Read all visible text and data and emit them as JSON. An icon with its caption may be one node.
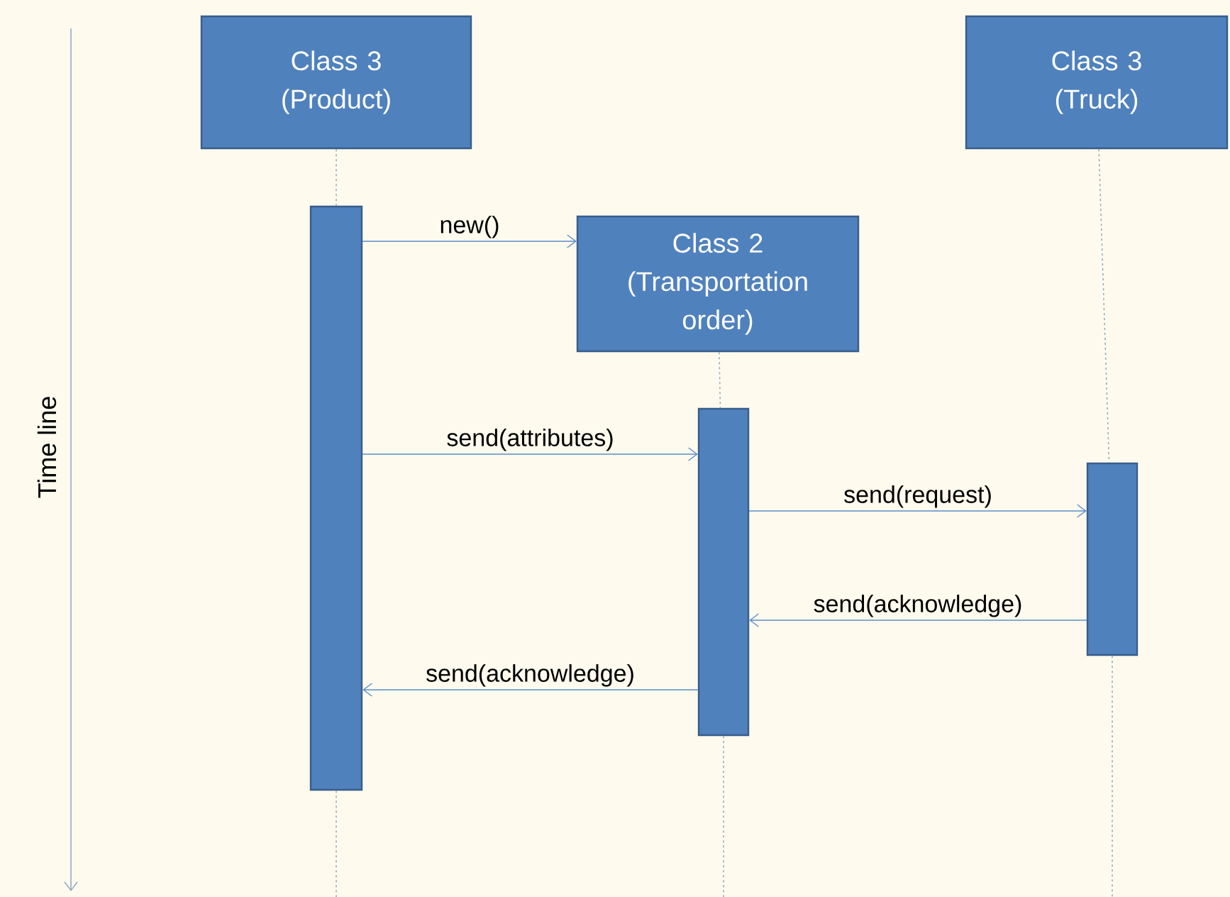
{
  "diagram": {
    "nodes": [
      {
        "text": [
          "Class 3 (Product)"
        ]
      },
      {
        "text": [
          "Class 2 (Transportation order)"
        ]
      },
      {
        "text": [
          "Class 3 (Truck)"
        ]
      },
      {
        "text": [],
        "shape": "bar"
      },
      {
        "text": [],
        "shape": "bar"
      },
      {
        "text": [],
        "shape": "bar"
      }
    ],
    "edges": [
      {
        "from": 0,
        "to": 3,
        "arrow": "none",
        "style": "dashed",
        "color": "#95a9c4"
      },
      {
        "from": 1,
        "to": 4,
        "arrow": "none",
        "style": "dashed",
        "color": "#95a9c4"
      },
      {
        "from": 2,
        "to": 5,
        "arrow": "none",
        "style": "dashed",
        "color": "#95a9c4"
      },
      {
        "from": 3,
        "to": 1,
        "arrow": "to",
        "label": "new()"
      },
      {
        "from": 3,
        "to": 4,
        "arrow": "to",
        "label": "send(attributes)"
      },
      {
        "from": 4,
        "to": 5,
        "arrow": "to",
        "label": "send(request)"
      },
      {
        "from": 5,
        "to": 4,
        "arrow": "to",
        "label": "send(acknowledge)"
      },
      {
        "from": 4,
        "to": 3,
        "arrow": "to",
        "label": "send(acknowledge)"
      }
    ],
    "labels": [
      "Time line"
    ]
  }
}
